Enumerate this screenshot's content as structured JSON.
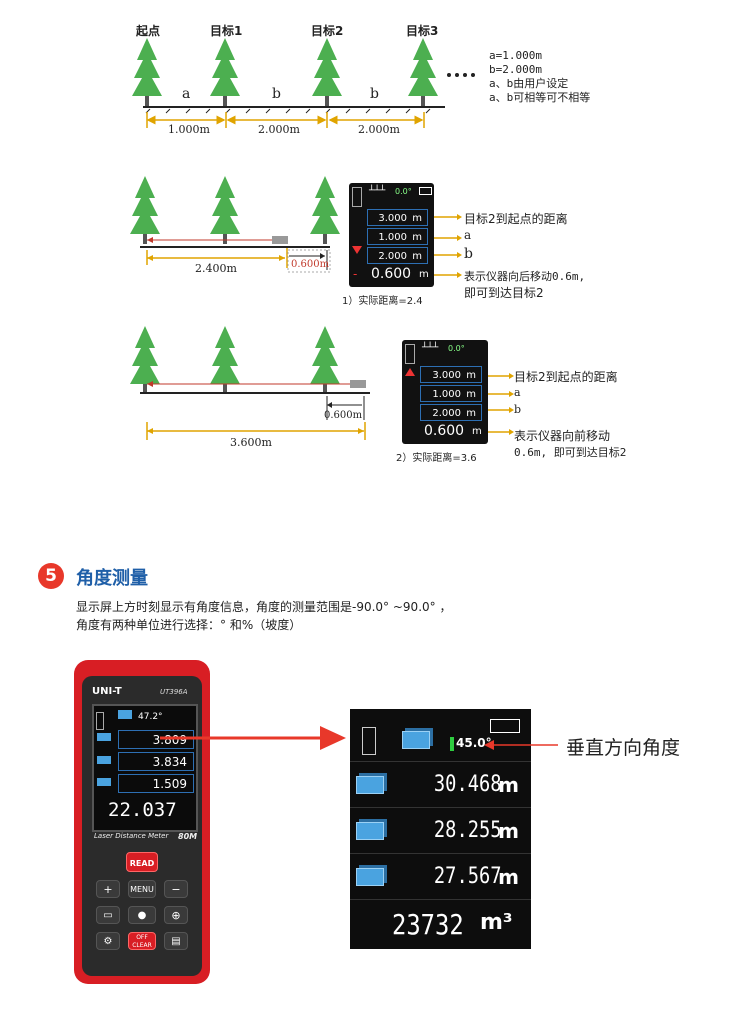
{
  "diagram1": {
    "start_label": "起点",
    "targets": [
      "目标1",
      "目标2",
      "目标3"
    ],
    "seg_letters": [
      "a",
      "b",
      "b"
    ],
    "dist_labels": [
      "1.000m",
      "2.000m",
      "2.000m"
    ],
    "notes": [
      "a=1.000m",
      "b=2.000m",
      "a、b由用户设定",
      "a、b可相等可不相等"
    ]
  },
  "diagram2": {
    "dist_main": "2.400m",
    "dist_short": "0.600m",
    "screen_rows": [
      "3.000",
      "1.000",
      "2.000"
    ],
    "screen_units": [
      "m",
      "m",
      "m"
    ],
    "screen_big": "0.600",
    "screen_big_unit": "m",
    "screen_sign": "-",
    "screen_top": "0.0°",
    "annotations": [
      "目标2到起点的距离",
      "a",
      "b",
      "表示仪器向后移动0.6m,",
      "即可到达目标2"
    ],
    "caption": "1）实际距离=2.4"
  },
  "diagram3": {
    "dist_main": "3.600m",
    "dist_short": "0.600m",
    "screen_rows": [
      "3.000",
      "1.000",
      "2.000"
    ],
    "screen_units": [
      "m",
      "m",
      "m"
    ],
    "screen_big": "0.600",
    "screen_big_unit": "m",
    "screen_top": "0.0°",
    "annotations": [
      "目标2到起点的距离",
      "a",
      "b",
      "表示仪器向前移动",
      "0.6m, 即可到达目标2"
    ],
    "caption": "2）实际距离=3.6"
  },
  "section5": {
    "number": "5",
    "title": "角度测量",
    "desc_line1": "显示屏上方时刻显示有角度信息，角度的测量范围是-90.0° ~90.0° ，",
    "desc_line2": "角度有两种单位进行选择：° 和%（坡度）"
  },
  "device": {
    "brand": "UNI-T",
    "model": "UT396A",
    "tagline": "Laser Distance Meter",
    "range": "80M",
    "screen_angle": "47.2°",
    "screen_rows": [
      "3.809",
      "3.834",
      "1.509"
    ],
    "screen_big": "22.037",
    "keys": {
      "read": "READ",
      "menu": "MENU",
      "off": "OFF CLEAR"
    }
  },
  "zoom_screen": {
    "angle": "45.0°",
    "rows": [
      "30.468",
      "28.255",
      "27.567"
    ],
    "unit": "m",
    "big": "23732",
    "big_unit": "m³",
    "callout": "垂直方向角度"
  },
  "colors": {
    "accent": "#1f5fa8",
    "badge": "#e8382a",
    "arrow_gold": "#e0a400",
    "laser": "#c0392b",
    "screen_border": "#2d6fb3"
  }
}
